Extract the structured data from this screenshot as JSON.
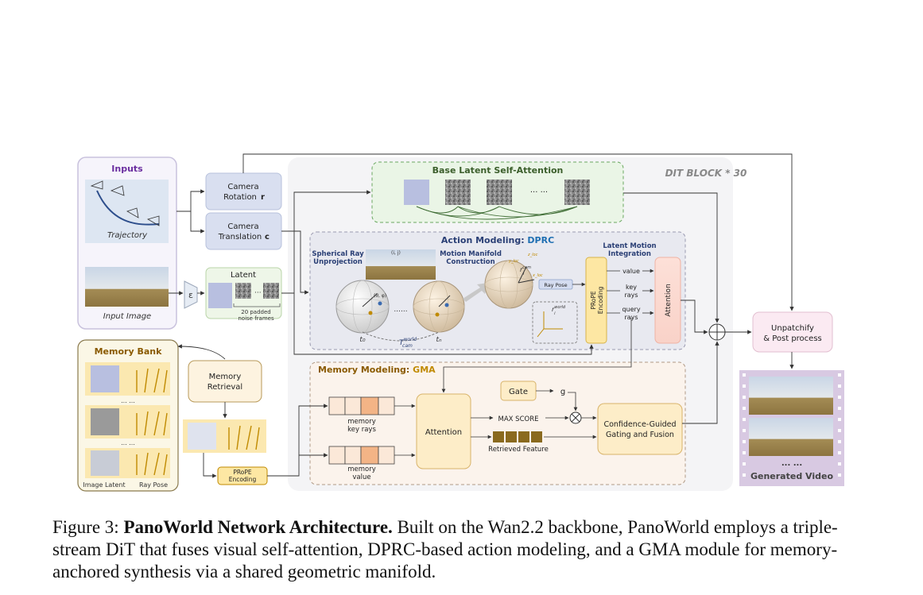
{
  "diagram": {
    "inputs": {
      "title": "Inputs",
      "trajectory_label": "Trajectory",
      "input_image_label": "Input Image"
    },
    "camera_rotation": {
      "line1": "Camera",
      "line2": "Rotation",
      "symbol": "r"
    },
    "camera_translation": {
      "line1": "Camera",
      "line2": "Translation",
      "symbol": "c"
    },
    "encoder_symbol": "ε",
    "latent": {
      "title": "Latent",
      "note_line1": "20 padded",
      "note_line2": "noise frames"
    },
    "dit_block_label": "DIT  BLOCK * 30",
    "base_attention": {
      "title": "Base Latent Self-Attention",
      "ellipsis": "... ..."
    },
    "action_modeling": {
      "title_prefix": "Action Modeling: ",
      "title_highlight": "DPRC",
      "spherical_line1": "Spherical Ray",
      "spherical_line2": "Unprojection",
      "manifold_line1": "Motion Manifold",
      "manifold_line2": "Construction",
      "latent_motion_line1": "Latent Motion",
      "latent_motion_line2": "Integration",
      "t0": "t₀",
      "tn": "tₙ",
      "t_world": "T",
      "t_world_sup": "world",
      "t_world_sub": "cam",
      "dots": "......",
      "ray_pose": "Ray Pose",
      "r_world": "r",
      "r_world_sup": "world",
      "r_world_sub": "i",
      "ij_label": "(i, j)",
      "theta_phi": "(θ, φ)",
      "x_loc": "x_loc",
      "y_loc": "y_loc",
      "z_loc": "z_loc",
      "r_cam": "r",
      "r_cam_sup": "cam",
      "r_cam_sub": "i",
      "prope_line1": "PRoPE",
      "prope_line2": "Encoding",
      "value": "value",
      "key_line1": "key",
      "key_line2": "rays",
      "query_line1": "query",
      "query_line2": "rays",
      "attention": "Attention"
    },
    "memory_modeling": {
      "title_prefix": "Memory Modeling: ",
      "title_highlight": "GMA",
      "memory_key_line1": "memory",
      "memory_key_line2": "key rays",
      "memory_value_line1": "memory",
      "memory_value_line2": "value",
      "attention": "Attention",
      "gate": "Gate",
      "g": "g",
      "max_score": "MAX SCORE",
      "retrieved_feature": "Retrieved Feature",
      "fusion_line1": "Confidence-Guided",
      "fusion_line2": "Gating and Fusion"
    },
    "memory_bank": {
      "title": "Memory Bank",
      "ellipsis": "... ...",
      "image_latent": "Image Latent",
      "ray_pose": "Ray Pose"
    },
    "memory_retrieval": {
      "line1": "Memory",
      "line2": "Retrieval"
    },
    "prope_small": {
      "line1": "PRoPE",
      "line2": "Encoding"
    },
    "unpatchify": {
      "line1": "Unpatchify",
      "line2": "& Post process"
    },
    "generated_video": {
      "ellipsis": "... ...",
      "title": "Generated Video"
    }
  },
  "caption": {
    "prefix": "Figure 3: ",
    "bold": "PanoWorld Network Architecture.",
    "text": " Built on the Wan2.2 backbone, PanoWorld employs a triple-stream DiT that fuses visual self-attention, DPRC-based action modeling, and a GMA module for memory-anchored synthesis via a shared geometric manifold."
  },
  "colors": {
    "inputs_title": "#6b2fa0",
    "memory_bank_title": "#8a5a00",
    "base_attention_title": "#3b5e2b",
    "dprc": "#1f6fb2",
    "gma": "#c08a00",
    "action_subtitle": "#2a3f75"
  }
}
